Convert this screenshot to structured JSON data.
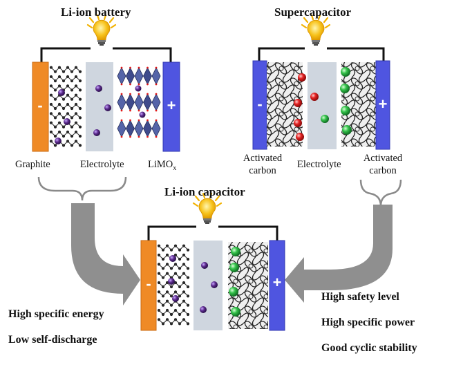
{
  "titles": {
    "battery": "Li-ion battery",
    "supercap": "Supercapacitor",
    "hybrid": "Li-ion capacitor"
  },
  "labels": {
    "graphite": "Graphite",
    "electrolyte": "Electrolyte",
    "limo_main": "LiMO",
    "limo_sub": "x",
    "activated_1": "Activated",
    "carbon_1": "carbon",
    "activated_2": "Activated",
    "carbon_2": "carbon"
  },
  "properties_left": [
    "High specific energy",
    "Low self-discharge"
  ],
  "properties_right": [
    "High safety level",
    "High specific power",
    "Good cyclic stability"
  ],
  "electrode_signs": {
    "negative": "-",
    "positive": "+"
  },
  "colors": {
    "negative_electrode": "#ef8a26",
    "positive_electrode": "#4f55e0",
    "electrolyte": "#cfd6df",
    "li_ion": "#5b2a8c",
    "anion": "#e01818",
    "cation": "#1fa83a",
    "arrow": "#8f8f8f",
    "bulb": "#f7c21b",
    "octahedron": "#3f4b8c"
  },
  "icons": [
    "light-bulb-icon",
    "light-bulb-icon",
    "light-bulb-icon"
  ]
}
